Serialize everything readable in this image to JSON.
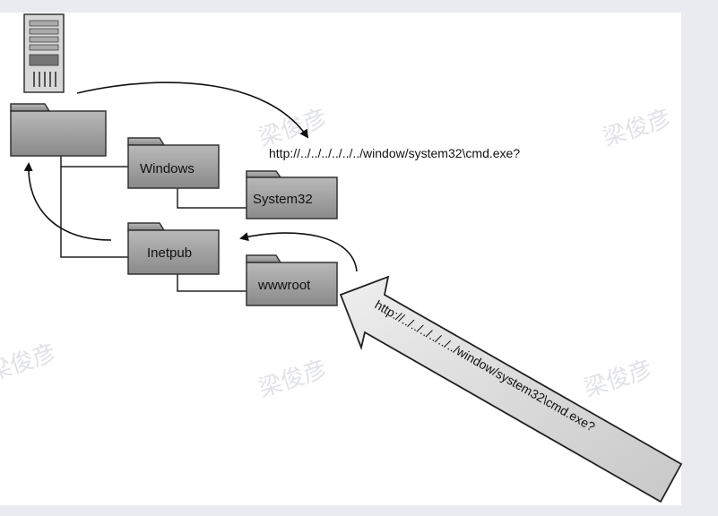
{
  "folders": {
    "windows": "Windows",
    "system32": "System32",
    "inetpub": "Inetpub",
    "wwwroot": "wwwroot"
  },
  "url_top": "http://../../../../../../window/system32\\cmd.exe?",
  "url_arrow": "http://../../../../../../window/system32\\cmd.exe?",
  "watermark": "梁俊彦",
  "colors": {
    "folder_fill": "#9a9a9a",
    "folder_stroke": "#333333",
    "arrow_fill": "#d7d7d7"
  }
}
